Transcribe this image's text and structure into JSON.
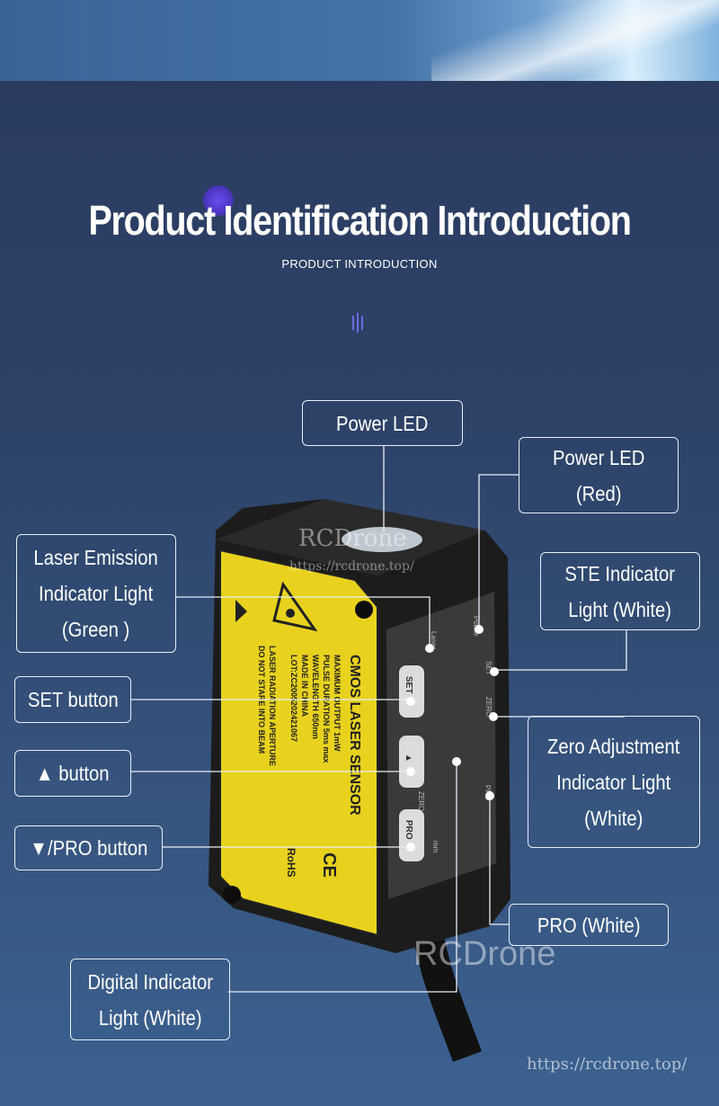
{
  "header": {
    "title": "Product Identification Introduction",
    "subtitle": "PRODUCT INTRODUCTION"
  },
  "callouts": {
    "power_led": "Power LED",
    "power_led_red": "Power LED\n(Red)",
    "laser_emission": "Laser Emission\nIndicator Light\n(Green )",
    "ste_indicator": "STE Indicator\nLight (White)",
    "set_button": "SET button",
    "zero_adjustment": "Zero Adjustment\nIndicator Light\n(White)",
    "up_button": "▲ button",
    "down_pro_button": "▼/PRO button",
    "pro_white": "PRO (White)",
    "digital_indicator": "Digital Indicator\nLight (White)"
  },
  "sensor": {
    "label_title": "CMOS LASER SENSOR",
    "spec_lines": [
      "MAXIMUM OUTPUT   1mW",
      "PULSE DURATION   5ms max",
      "WAVELENGTH   650nm",
      "MADE IN CHINA",
      "LOT:ZC2005202421067"
    ],
    "warning_lines": [
      "LASER RADIATION APERTURE",
      "DO NOT STARE INTO BEAM"
    ],
    "marks": [
      "CE",
      "RoHS"
    ],
    "buttons": [
      "SET",
      "▲",
      "PRO"
    ],
    "panel_labels": [
      "Laser",
      "Power",
      "SET",
      "ZERO",
      "PRO",
      "ZERO",
      "mm"
    ]
  },
  "watermarks": {
    "brand": "RCDrone",
    "url": "https://rcdrone.top/",
    "footer_url": "https://rcdrone.top/"
  },
  "colors": {
    "background": "#2e4369",
    "label_yellow": "#e8d21e",
    "sensor_body": "#1c1c1c",
    "line": "#e8eef6"
  }
}
